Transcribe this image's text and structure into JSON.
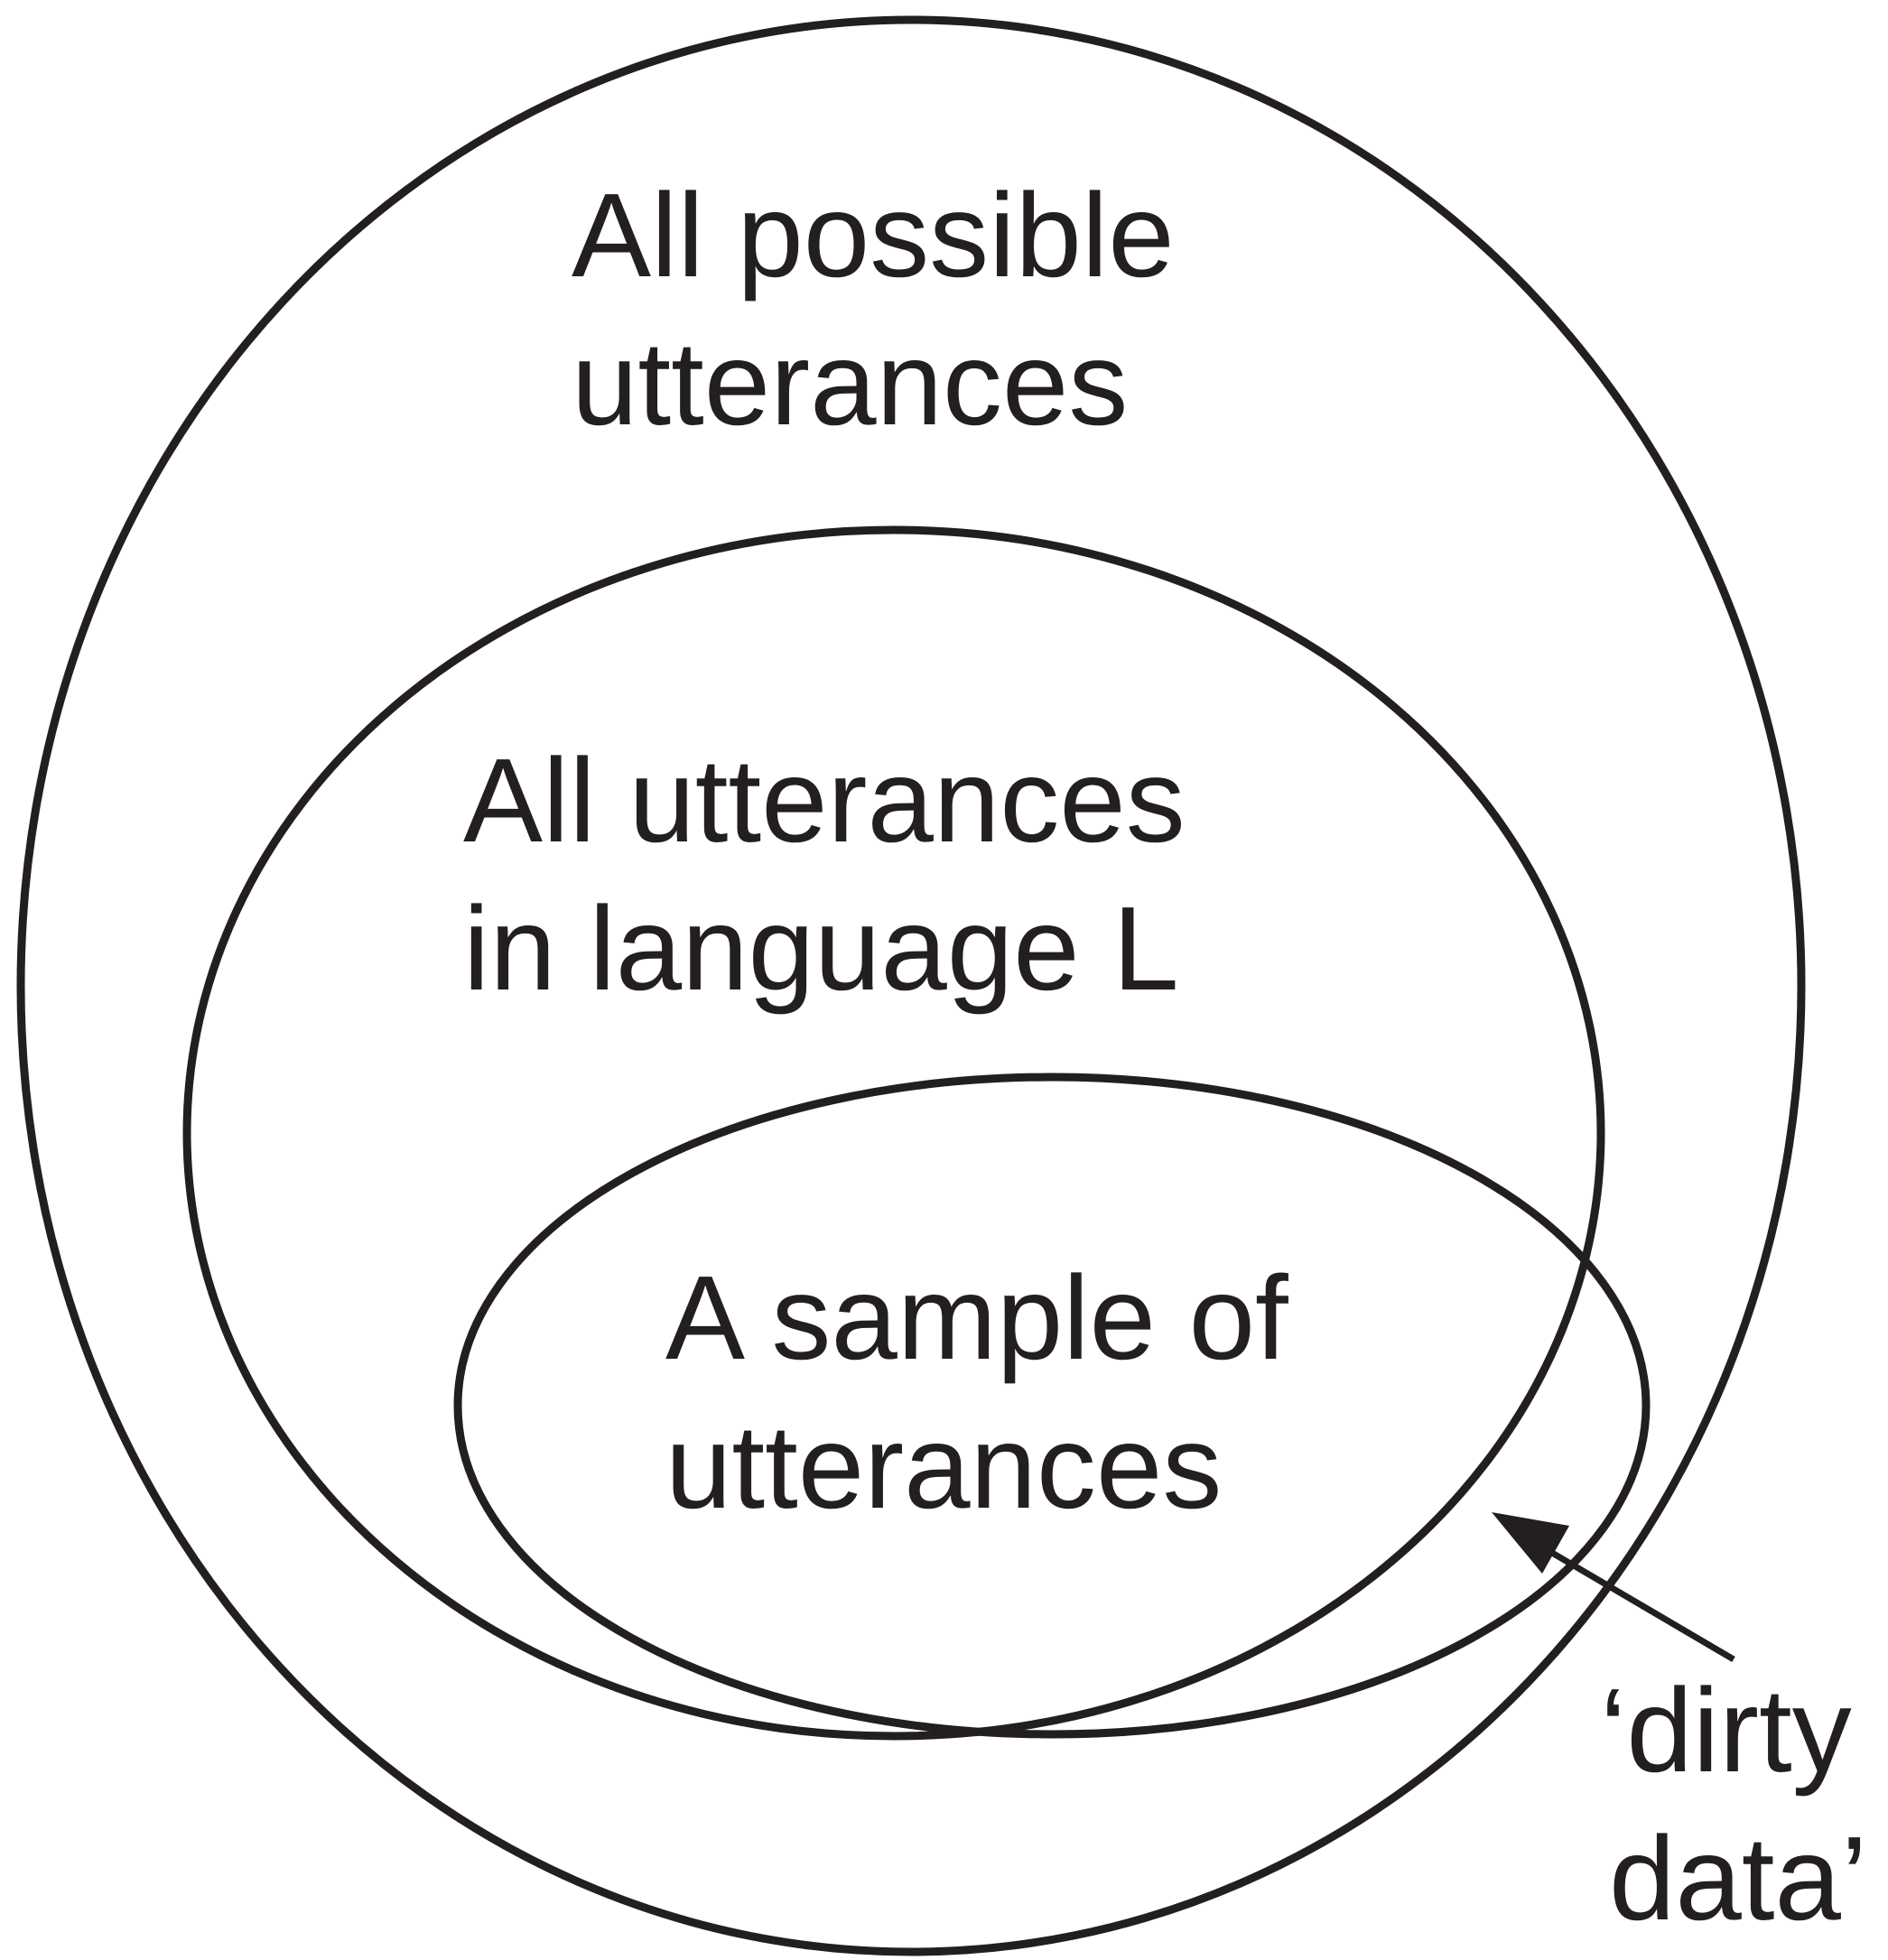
{
  "diagram": {
    "colors": {
      "stroke": "#231f20",
      "text": "#231f20",
      "background": "#ffffff"
    },
    "outer": {
      "line1": "All possible",
      "line2": "utterances"
    },
    "language": {
      "line1": "All utterances",
      "line2": "in language L"
    },
    "sample": {
      "line1": "A sample of",
      "line2": "utterances"
    },
    "dirty": {
      "line1": "‘dirty",
      "line2": "data’"
    }
  }
}
